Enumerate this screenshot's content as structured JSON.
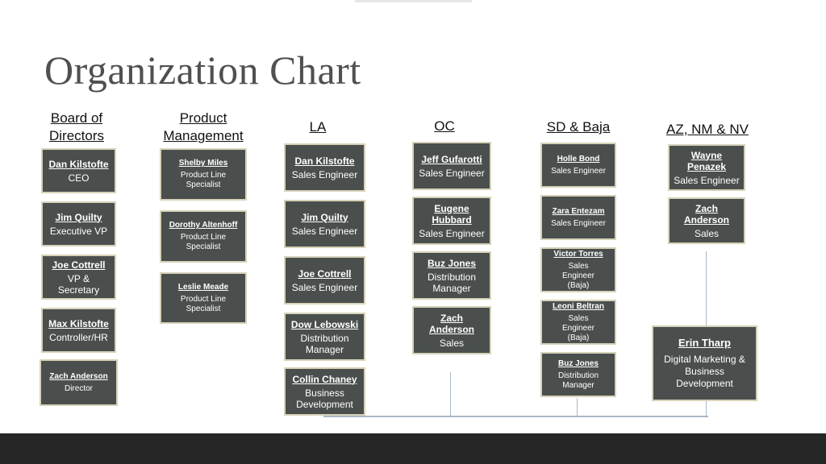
{
  "title": "Organization Chart",
  "columns": [
    {
      "heading": "Board of Directors",
      "members": [
        {
          "name": "Dan Kilstofte",
          "role": "CEO"
        },
        {
          "name": "Jim Quilty",
          "role": "Executive VP"
        },
        {
          "name": "Joe Cottrell",
          "role": "VP & Secretary"
        },
        {
          "name": "Max Kilstofte",
          "role": "Controller/HR"
        },
        {
          "name": "Zach Anderson",
          "role": "Director"
        }
      ]
    },
    {
      "heading": "Product Management",
      "members": [
        {
          "name": "Shelby Miles",
          "role": "Product Line Specialist"
        },
        {
          "name": "Dorothy Altenhoff",
          "role": "Product Line Specialist"
        },
        {
          "name": "Leslie Meade",
          "role": "Product Line Specialist"
        }
      ]
    },
    {
      "heading": "LA",
      "members": [
        {
          "name": "Dan Kilstofte",
          "role": "Sales Engineer"
        },
        {
          "name": "Jim Quilty",
          "role": "Sales Engineer"
        },
        {
          "name": "Joe Cottrell",
          "role": "Sales Engineer"
        },
        {
          "name": "Dow Lebowski",
          "role": "Distribution Manager"
        },
        {
          "name": "Collin Chaney",
          "role": "Business Development"
        }
      ]
    },
    {
      "heading": "OC",
      "members": [
        {
          "name": "Jeff Gufarotti",
          "role": "Sales Engineer"
        },
        {
          "name": "Eugene Hubbard",
          "role": "Sales Engineer"
        },
        {
          "name": "Buz Jones",
          "role": "Distribution Manager"
        },
        {
          "name": "Zach Anderson",
          "role": "Sales"
        }
      ]
    },
    {
      "heading": "SD & Baja",
      "members": [
        {
          "name": "Holle Bond",
          "role": "Sales Engineer"
        },
        {
          "name": "Zara Entezam",
          "role": "Sales Engineer"
        },
        {
          "name": "Victor Torres",
          "role": "Sales Engineer (Baja)"
        },
        {
          "name": "Leoni Beltran",
          "role": "Sales Engineer (Baja)"
        },
        {
          "name": "Buz Jones",
          "role": "Distribution Manager"
        }
      ]
    },
    {
      "heading": "AZ, NM & NV",
      "members": [
        {
          "name": "Wayne Penazek",
          "role": "Sales Engineer"
        },
        {
          "name": "Zach Anderson",
          "role": "Sales"
        }
      ]
    }
  ],
  "shared": {
    "name": "Erin Tharp",
    "role": "Digital Marketing & Business Development"
  }
}
